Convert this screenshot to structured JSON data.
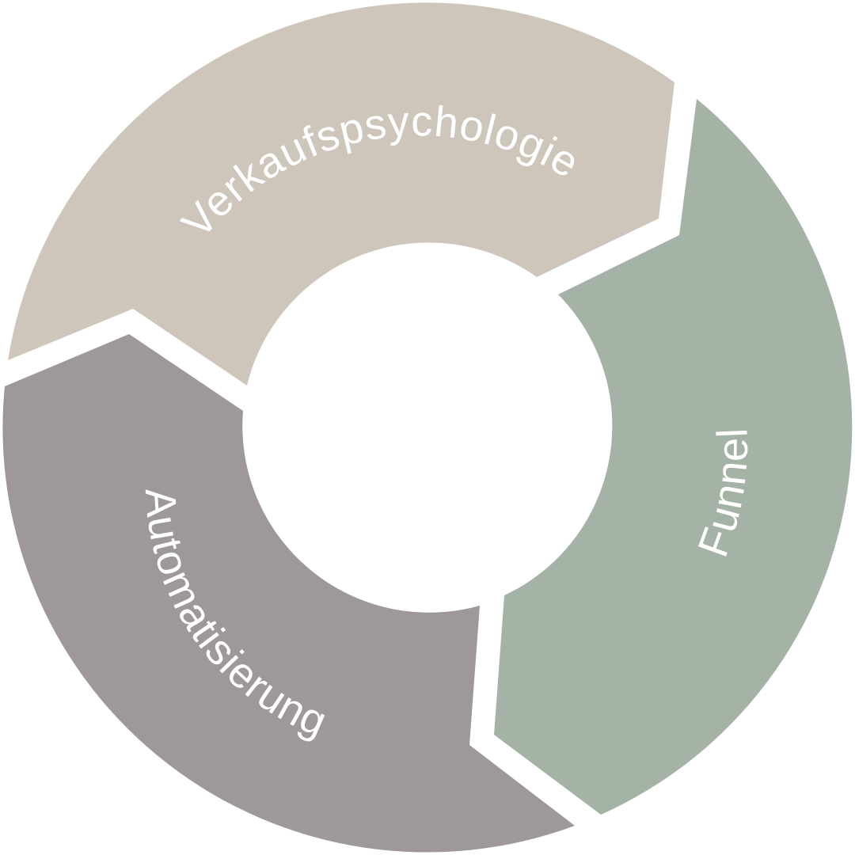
{
  "diagram": {
    "type": "cycle",
    "segments": [
      {
        "id": "verkaufspsychologie",
        "label": "Verkaufspsychologie",
        "color": "#cfc6bb"
      },
      {
        "id": "funnel",
        "label": "Funnel",
        "color": "#a4b3a6"
      },
      {
        "id": "automatisierung",
        "label": "Automatisierung",
        "color": "#9e9898"
      }
    ]
  }
}
